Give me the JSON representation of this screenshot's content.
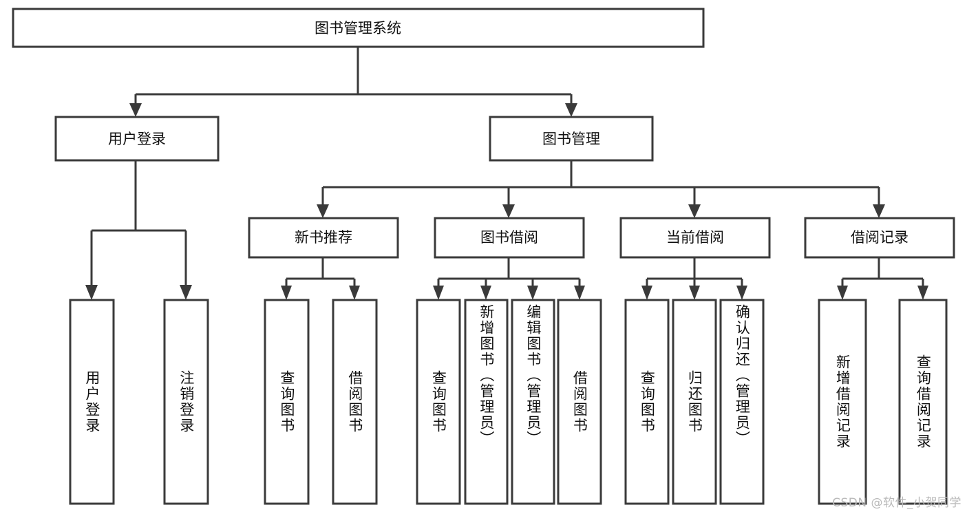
{
  "diagram": {
    "title": "图书管理系统",
    "watermark": "CSDN @软件_小贺同学",
    "type": "tree",
    "orientation": "top-down",
    "root": {
      "id": "root",
      "label": "图书管理系统"
    },
    "level2": [
      {
        "id": "user-login",
        "label": "用户登录"
      },
      {
        "id": "book-manage",
        "label": "图书管理"
      }
    ],
    "level3": [
      {
        "id": "new-book-recommend",
        "label": "新书推荐",
        "parent": "book-manage"
      },
      {
        "id": "book-borrow",
        "label": "图书借阅",
        "parent": "book-manage"
      },
      {
        "id": "current-borrow",
        "label": "当前借阅",
        "parent": "book-manage"
      },
      {
        "id": "borrow-record",
        "label": "借阅记录",
        "parent": "book-manage"
      }
    ],
    "leaves": [
      {
        "id": "leaf-user-login",
        "label": "用户登录",
        "parent": "user-login"
      },
      {
        "id": "leaf-user-logout",
        "label": "注销登录",
        "parent": "user-login"
      },
      {
        "id": "leaf-query-book-1",
        "label": "查询图书",
        "parent": "new-book-recommend"
      },
      {
        "id": "leaf-borrow-book-1",
        "label": "借阅图书",
        "parent": "new-book-recommend"
      },
      {
        "id": "leaf-query-book-2",
        "label": "查询图书",
        "parent": "book-borrow"
      },
      {
        "id": "leaf-add-book",
        "label": "新增图书（管理员）",
        "parent": "book-borrow"
      },
      {
        "id": "leaf-edit-book",
        "label": "编辑图书（管理员）",
        "parent": "book-borrow"
      },
      {
        "id": "leaf-borrow-book-2",
        "label": "借阅图书",
        "parent": "book-borrow"
      },
      {
        "id": "leaf-query-book-3",
        "label": "查询图书",
        "parent": "current-borrow"
      },
      {
        "id": "leaf-return-book",
        "label": "归还图书",
        "parent": "current-borrow"
      },
      {
        "id": "leaf-confirm-return",
        "label": "确认归还（管理员）",
        "parent": "current-borrow"
      },
      {
        "id": "leaf-add-record",
        "label": "新增借阅记录",
        "parent": "borrow-record"
      },
      {
        "id": "leaf-query-record",
        "label": "查询借阅记录",
        "parent": "borrow-record"
      }
    ],
    "colors": {
      "box_stroke": "#3a3a3a",
      "box_fill": "#ffffff",
      "text": "#111111",
      "background": "#ffffff",
      "watermark": "#b9b9b9"
    }
  }
}
